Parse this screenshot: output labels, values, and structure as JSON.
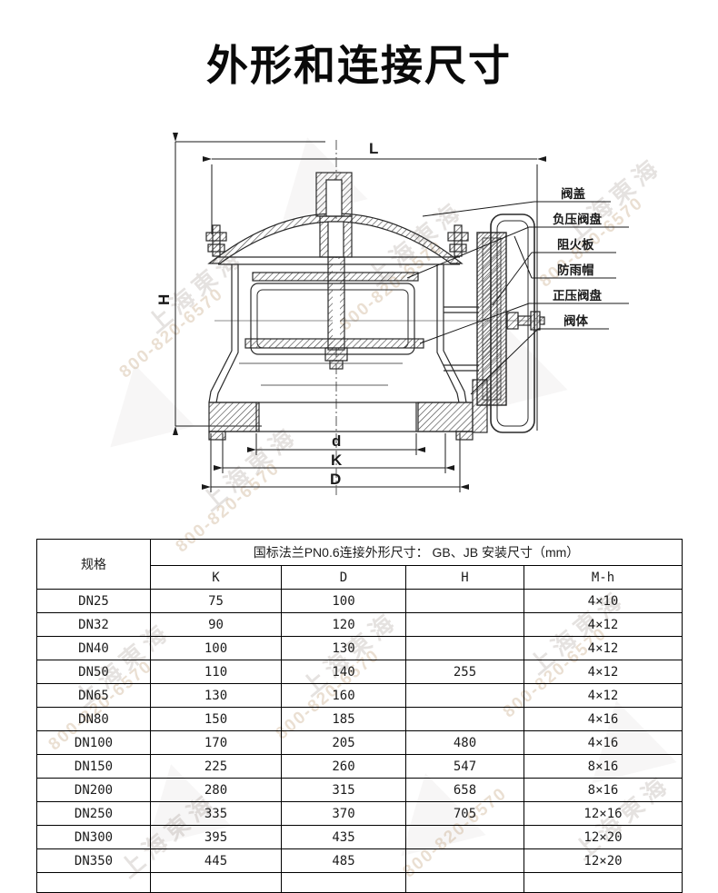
{
  "page": {
    "title": "外形和连接尺寸"
  },
  "watermark": {
    "company": "上海東海",
    "phone": "800-820-6570"
  },
  "diagram": {
    "dimension_labels": {
      "L": "L",
      "H": "H",
      "d": "d",
      "K": "K",
      "D": "D"
    },
    "part_labels": [
      "阀盖",
      "负压阀盘",
      "阻火板",
      "防雨帽",
      "正压阀盘",
      "阀体"
    ]
  },
  "table": {
    "spec_header": "规格",
    "group_header": "国标法兰PN0.6连接外形尺寸：  GB、JB 安装尺寸（mm）",
    "columns": [
      "K",
      "D",
      "H",
      "M-h"
    ],
    "rows": [
      [
        "DN25",
        "75",
        "100",
        "",
        "4×10"
      ],
      [
        "DN32",
        "90",
        "120",
        "",
        "4×12"
      ],
      [
        "DN40",
        "100",
        "130",
        "",
        "4×12"
      ],
      [
        "DN50",
        "110",
        "140",
        "255",
        "4×12"
      ],
      [
        "DN65",
        "130",
        "160",
        "",
        "4×12"
      ],
      [
        "DN80",
        "150",
        "185",
        "",
        "4×16"
      ],
      [
        "DN100",
        "170",
        "205",
        "480",
        "4×16"
      ],
      [
        "DN150",
        "225",
        "260",
        "547",
        "8×16"
      ],
      [
        "DN200",
        "280",
        "315",
        "658",
        "8×16"
      ],
      [
        "DN250",
        "335",
        "370",
        "705",
        "12×16"
      ],
      [
        "DN300",
        "395",
        "435",
        "",
        "12×20"
      ],
      [
        "DN350",
        "445",
        "485",
        "",
        "12×20"
      ]
    ]
  }
}
